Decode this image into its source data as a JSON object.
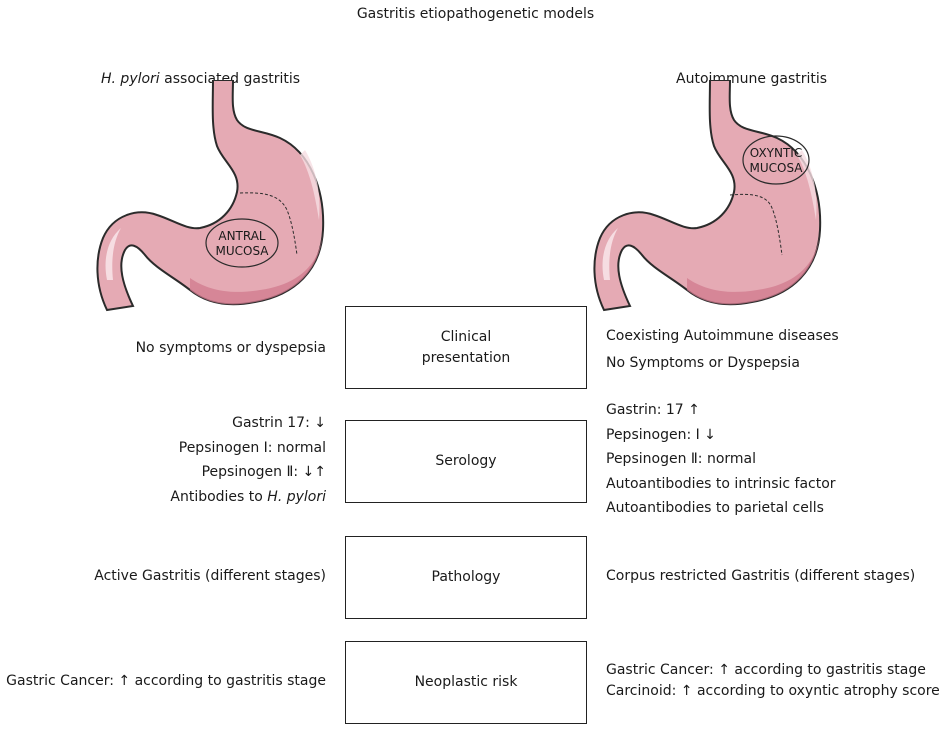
{
  "title": "Gastritis etiopathogenetic models",
  "left_column": {
    "heading_italic": "H. pylori",
    "heading_rest": " associated gastritis",
    "illustration": {
      "icon": "stomach-icon",
      "label_line1": "ANTRAL",
      "label_line2": "MUCOSA"
    },
    "clinical": [
      "No symptoms or dyspepsia"
    ],
    "serology": [
      {
        "text": "Gastrin 17: ↓"
      },
      {
        "text": "Pepsinogen Ⅰ: normal"
      },
      {
        "text": "Pepsinogen Ⅱ: ↓↑"
      },
      {
        "text": "Antibodies to ",
        "italic": "H. pylori"
      }
    ],
    "pathology": [
      "Active Gastritis (different stages)"
    ],
    "neoplastic": [
      "Gastric Cancer: ↑ according to gastritis stage"
    ]
  },
  "center_boxes": [
    {
      "label": "Clinical\npresentation"
    },
    {
      "label": "Serology"
    },
    {
      "label": "Pathology"
    },
    {
      "label": "Neoplastic risk"
    }
  ],
  "right_column": {
    "heading": "Autoimmune gastritis",
    "illustration": {
      "icon": "stomach-icon",
      "label_line1": "OXYNTIC",
      "label_line2": "MUCOSA"
    },
    "clinical": [
      "Coexisting Autoimmune diseases",
      "No Symptoms or Dyspepsia"
    ],
    "serology": [
      "Gastrin: 17 ↑",
      "Pepsinogen: Ⅰ ↓",
      "Pepsinogen  Ⅱ: normal",
      "Autoantibodies to intrinsic factor",
      "Autoantibodies to parietal cells"
    ],
    "pathology": [
      "Corpus restricted Gastritis (different stages)"
    ],
    "neoplastic": [
      "Gastric Cancer: ↑ according to gastritis stage",
      "Carcinoid: ↑ according to oxyntic atrophy score"
    ]
  },
  "colors": {
    "stomach_fill": "#e5aab4",
    "stomach_shade": "#d07a8d",
    "stomach_highlight": "#f6dde2",
    "outline": "#2b2b2b"
  }
}
